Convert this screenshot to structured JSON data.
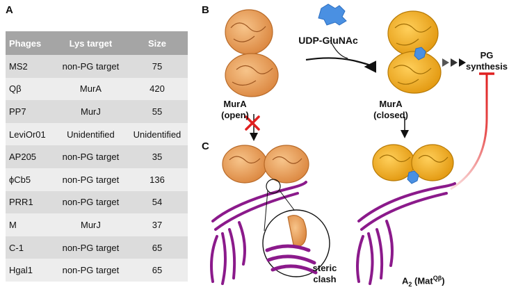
{
  "panels": {
    "a": "A",
    "b": "B",
    "c": "C"
  },
  "table": {
    "headers": [
      "Phages",
      "Lys target",
      "Size"
    ],
    "rows": [
      [
        "MS2",
        "non-PG target",
        "75"
      ],
      [
        "Qβ",
        "MurA",
        "420"
      ],
      [
        "PP7",
        "MurJ",
        "55"
      ],
      [
        "LeviOr01",
        "Unidentified",
        "Unidentified"
      ],
      [
        "AP205",
        "non-PG target",
        "35"
      ],
      [
        "ϕCb5",
        "non-PG target",
        "136"
      ],
      [
        "PRR1",
        "non-PG target",
        "54"
      ],
      [
        "M",
        "MurJ",
        "37"
      ],
      [
        "C-1",
        "non-PG target",
        "65"
      ],
      [
        "Hgal1",
        "non-PG target",
        "65"
      ]
    ]
  },
  "labels": {
    "substrate": "UDP-GluNAc",
    "mura_open_1": "MurA",
    "mura_open_2": "(open)",
    "mura_closed_1": "MurA",
    "mura_closed_2": "(closed)",
    "pg_1": "PG",
    "pg_2": "synthesis",
    "steric_1": "steric",
    "steric_2": "clash",
    "a2_main": "A",
    "a2_sub": "2",
    "a2_paren_open": " (Mat",
    "a2_sup": "Qβ",
    "a2_paren_close": ")"
  },
  "colors": {
    "mura_open": "#f0a35e",
    "mura_closed": "#f5aa1c",
    "substrate": "#4a90e2",
    "a2_protein": "#8b1a8b",
    "inhibit": "#e02020",
    "table_header": "#a5a5a5"
  }
}
